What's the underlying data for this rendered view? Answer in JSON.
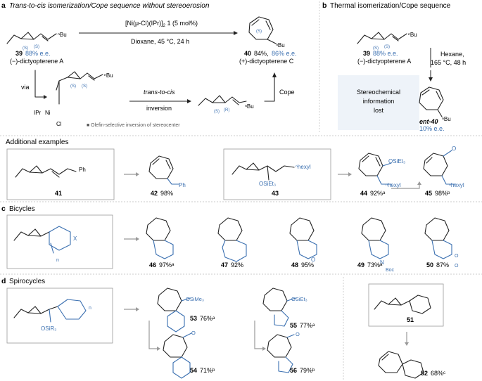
{
  "panel_a": {
    "label": "a",
    "title": "Trans-to-cis isomerization/Cope sequence without stereoerosion",
    "catalyst": "[Ni(μ-Cl)(IPr)]",
    "catalyst_sub": "2",
    "catalyst_rest": " 1 (5 mol%)",
    "conditions": "Dioxane, 45 °C, 24 h",
    "start_num": "39",
    "start_ee": "88% e.e.",
    "start_name": "(−)-dictyopterene A",
    "prod_num": "40",
    "prod_yield": "84%,",
    "prod_ee": "86% e.e.",
    "prod_name": "(+)-dictyopterene C",
    "via": "via",
    "inversion_top": "trans-to-cis",
    "inversion_bottom": "inversion",
    "cope": "Cope",
    "note": "■ Olefin-selective inversion of stereocenter",
    "ipr": "IPr",
    "ni": "Ni",
    "cl": "Cl",
    "nbu": "ⁿBu",
    "s1": "(S)",
    "s2": "(S)",
    "r1": "(R)"
  },
  "panel_b": {
    "label": "b",
    "title": "Thermal isomerization/Cope sequence",
    "start_num": "39",
    "start_ee": "88% e.e.",
    "start_name": "(−)-dictyopterene A",
    "cond1": "Hexane,",
    "cond2": "165 °C, 48 h",
    "box1": "Stereochemical",
    "box2": "information",
    "box3": "lost",
    "prod_num": "ent-40",
    "prod_ee": "10% e.e."
  },
  "additional": {
    "title": "Additional examples",
    "c41": "41",
    "c42": "42",
    "y42": "98%",
    "c43": "43",
    "c44": "44",
    "y44": "92%ᵃ",
    "c45": "45",
    "y45": "98%ᵇ",
    "ph": "Ph",
    "hexyl": "ⁿhexyl",
    "osiet3": "OSiEt₃",
    "o": "O"
  },
  "panel_c": {
    "label": "c",
    "title": "Bicycles",
    "x": "X",
    "n": "n",
    "items": [
      {
        "num": "46",
        "yield": "97%ᵃ"
      },
      {
        "num": "47",
        "yield": "92%"
      },
      {
        "num": "48",
        "yield": "95%"
      },
      {
        "num": "49",
        "yield": "73%ᵃ"
      },
      {
        "num": "50",
        "yield": "87%"
      }
    ],
    "ring_o": "O",
    "n_atom": "N",
    "boc": "Boc"
  },
  "panel_d": {
    "label": "d",
    "title": "Spirocycles",
    "osir3": "OSiR₃",
    "n": "n",
    "osime3": "OSiMe₃",
    "osiet3": "OSiEt₃",
    "o": "O",
    "c53": "53",
    "y53": "76%ᵃ",
    "c54": "54",
    "y54": "71%ᵇ",
    "c55": "55",
    "y55": "77%ᵃ",
    "c56": "56",
    "y56": "79%ᵇ",
    "c51": "51",
    "c52": "52",
    "y52": "68%ᶜ"
  },
  "colors": {
    "accent": "#3a6fb0",
    "box_bg": "#eef3f9",
    "frame": "#999999"
  }
}
